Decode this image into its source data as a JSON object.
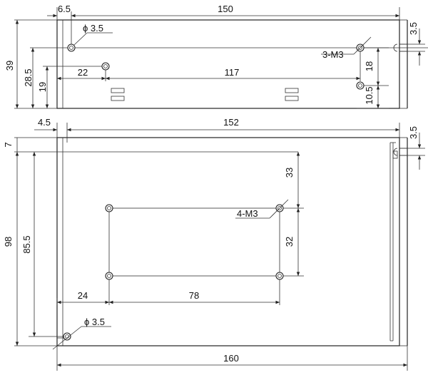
{
  "top_view": {
    "dims": {
      "d_6_5": "6.5",
      "d_150": "150",
      "d_3_5": "3.5",
      "d_39": "39",
      "d_28_5": "28.5",
      "d_19": "19",
      "d_22": "22",
      "d_117": "117",
      "d_18": "18",
      "d_10_5": "10.5",
      "hole_dia": "ϕ 3.5",
      "screw_note": "3-M3"
    }
  },
  "bottom_view": {
    "dims": {
      "d_4_5": "4.5",
      "d_152": "152",
      "d_3_5": "3.5",
      "d_7": "7",
      "d_98": "98",
      "d_85_5": "85.5",
      "d_33": "33",
      "d_32": "32",
      "d_24": "24",
      "d_78": "78",
      "d_160": "160",
      "hole_dia": "ϕ 3.5",
      "screw_note": "4-M3"
    }
  }
}
